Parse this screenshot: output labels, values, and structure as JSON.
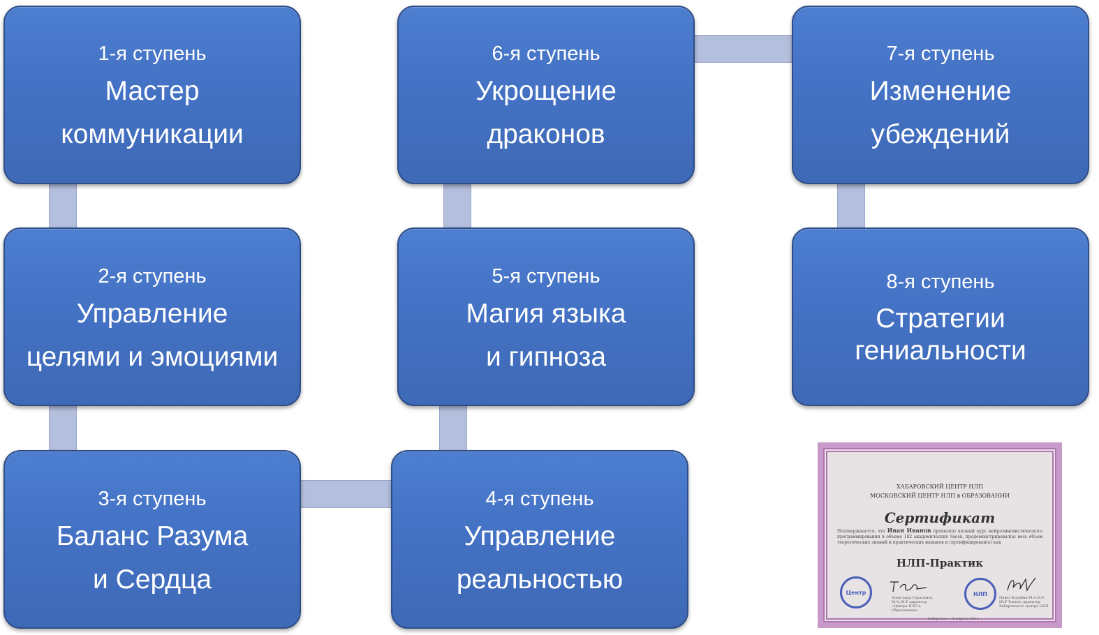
{
  "steps": [
    {
      "number": "1-я ступень",
      "title_lines": [
        "Мастер",
        "коммуникации"
      ]
    },
    {
      "number": "2-я ступень",
      "title_lines": [
        "Управление",
        "целями и эмоциями"
      ]
    },
    {
      "number": "3-я ступень",
      "title_lines": [
        "Баланс Разума",
        "и Сердца"
      ]
    },
    {
      "number": "4-я ступень",
      "title_lines": [
        "Управление",
        "реальностью"
      ]
    },
    {
      "number": "5-я ступень",
      "title_lines": [
        "Магия языка",
        "и гипноза"
      ]
    },
    {
      "number": "6-я ступень",
      "title_lines": [
        "Укрощение",
        "драконов"
      ]
    },
    {
      "number": "7-я ступень",
      "title_lines": [
        "Изменение",
        "убеждений"
      ]
    },
    {
      "number": "8-я ступень",
      "title_lines": [
        "Стратегии",
        "гениальности"
      ]
    }
  ],
  "certificate": {
    "org_line1": "ХАБАРОВСКИЙ ЦЕНТР НЛП",
    "org_line2": "МОСКОВСКИЙ ЦЕНТР НЛП в ОБРАЗОВАНИИ",
    "title": "Сертификат",
    "body_prefix": "Подтверждается, что",
    "holder_name": "Иван Иванов",
    "body_text": "прошел(а) полный курс нейролингвистического программирования в объеме 182 академических часов, продемонстрировал(а) весь объем теоретических знаний и практических навыков и сертифицирован(а) как",
    "qualification": "НЛП-Практик",
    "seal_left_text": "Центр",
    "seal_right_text": "НЛП",
    "signer_left": "Александр Герасимов, M.A.,M.P. директор «Центра НЛП в Образовании»",
    "signer_right": "Павел Корябин M.A.M.P. NLP Trainer, директор Хабаровского центра НЛП",
    "place_date": "Хабаровск — 4 апреля 2012"
  }
}
